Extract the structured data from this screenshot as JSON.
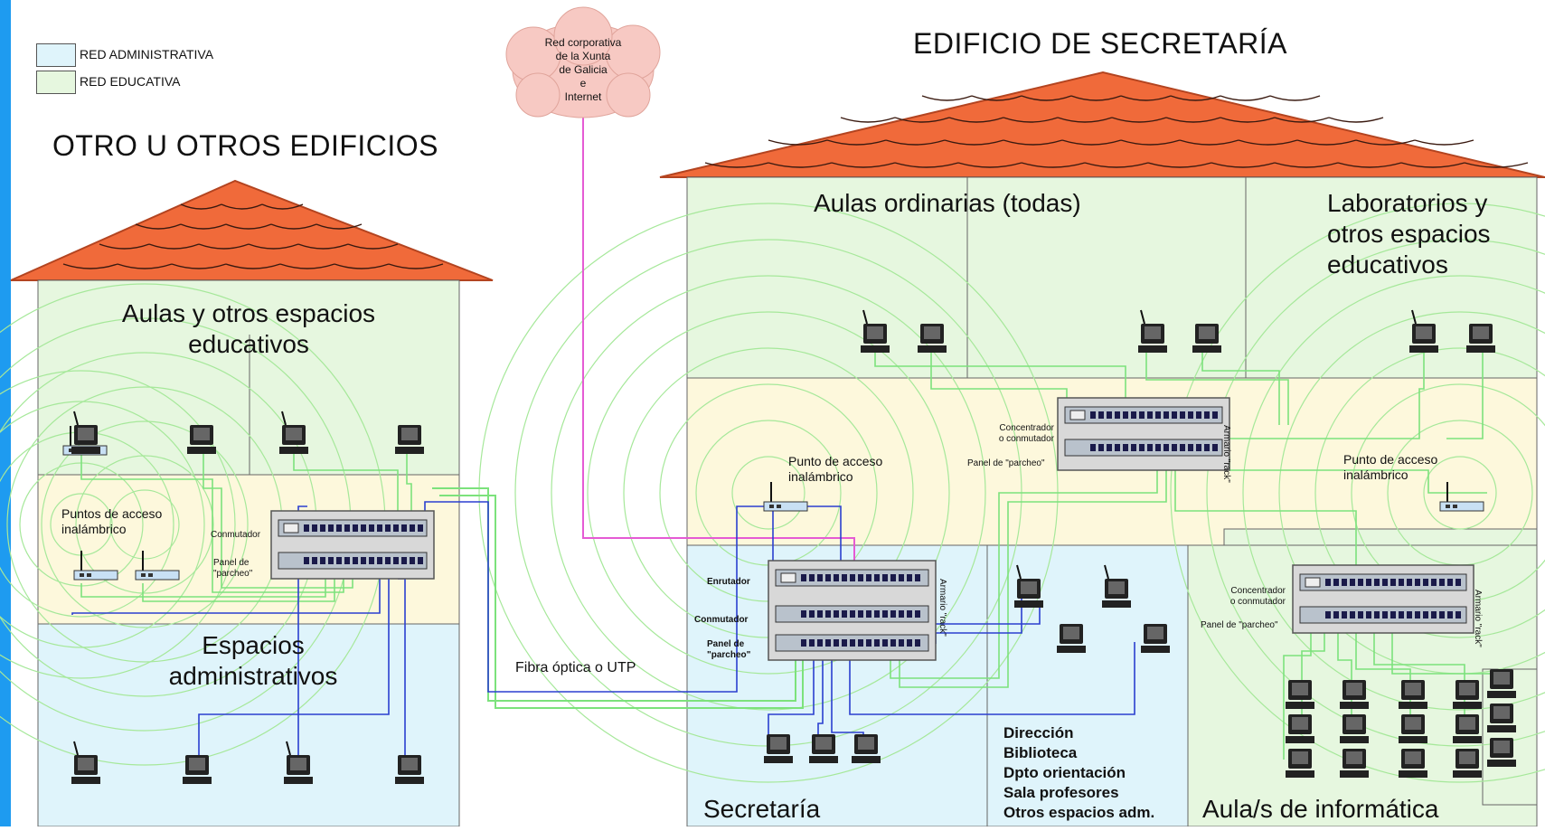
{
  "legend": {
    "items": [
      {
        "label": "RED ADMINISTRATIVA",
        "color": "#dff4fb"
      },
      {
        "label": "RED EDUCATIVA",
        "color": "#e6f7df"
      }
    ]
  },
  "colors": {
    "admin_zone": "#dff4fb",
    "educ_zone": "#e6f7df",
    "corridor_zone": "#fdf8dc",
    "roof": "#f06a3a",
    "left_border": "#1e9bf0",
    "cloud": "#f7c9c3",
    "internet_link": "#e55bd4",
    "cable_green": "#7ce27c",
    "cable_blue": "#2b3fd0",
    "wifi_rings": "#a6e89a"
  },
  "left_building": {
    "title": "OTRO U OTROS EDIFICIOS",
    "top_room": {
      "line1": "Aulas  y otros espacios",
      "line2": "educativos"
    },
    "access_points": {
      "line1": "Puntos de acceso",
      "line2": "inalámbrico"
    },
    "switch_labels": {
      "commutator": "Conmutador",
      "panel1": "Panel de",
      "panel2": "\"parcheo\""
    },
    "admin_room": {
      "line1": "Espacios",
      "line2": "administrativos"
    }
  },
  "link_label": "Fibra óptica o UTP",
  "cloud": {
    "lines": [
      "Red corporativa",
      "de la Xunta",
      "de Galicia",
      "e",
      "Internet"
    ]
  },
  "right_building": {
    "title": "EDIFICIO DE SECRETARÍA",
    "classrooms": "Aulas ordinarias (todas)",
    "labs": {
      "line1": "Laboratorios y",
      "line2": "otros espacios",
      "line3": "educativos"
    },
    "ap_left": {
      "line1": "Punto de acceso",
      "line2": "inalámbrico"
    },
    "ap_right": {
      "line1": "Punto de acceso",
      "line2": "inalámbrico"
    },
    "rack_top": {
      "hub1": "Concentrador",
      "hub2": "o conmutador",
      "panel": "Panel de \"parcheo\"",
      "rack": "Armario \"rack\""
    },
    "rack_main": {
      "router": "Enrutador",
      "commutator": "Conmutador",
      "panel1": "Panel de",
      "panel2": "\"parcheo\"",
      "rack": "Armario \"rack\""
    },
    "rack_lab": {
      "hub1": "Concentrador",
      "hub2": "o conmutador",
      "panel": "Panel de \"parcheo\"",
      "rack": "Armario \"rack\""
    },
    "secretaria": "Secretaría",
    "offices": [
      "Dirección",
      "Biblioteca",
      "Dpto orientación",
      "Sala profesores",
      "Otros espacios adm."
    ],
    "computer_room": "Aula/s de informática"
  }
}
